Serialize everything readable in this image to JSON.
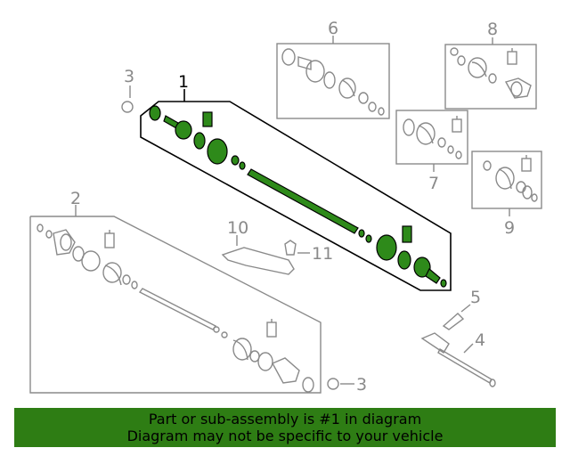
{
  "callouts": {
    "n1": "1",
    "n2": "2",
    "n3a": "3",
    "n3b": "3",
    "n4": "4",
    "n5": "5",
    "n6": "6",
    "n7": "7",
    "n8": "8",
    "n9": "9",
    "n10": "10",
    "n11": "11"
  },
  "banner": {
    "line1": "Part or sub-assembly is #1 in diagram",
    "line2": "Diagram may not be specific to your vehicle"
  },
  "colors": {
    "highlight": "#2e8a1a",
    "banner": "#2e7d14",
    "linework": "#8a8a8a"
  }
}
